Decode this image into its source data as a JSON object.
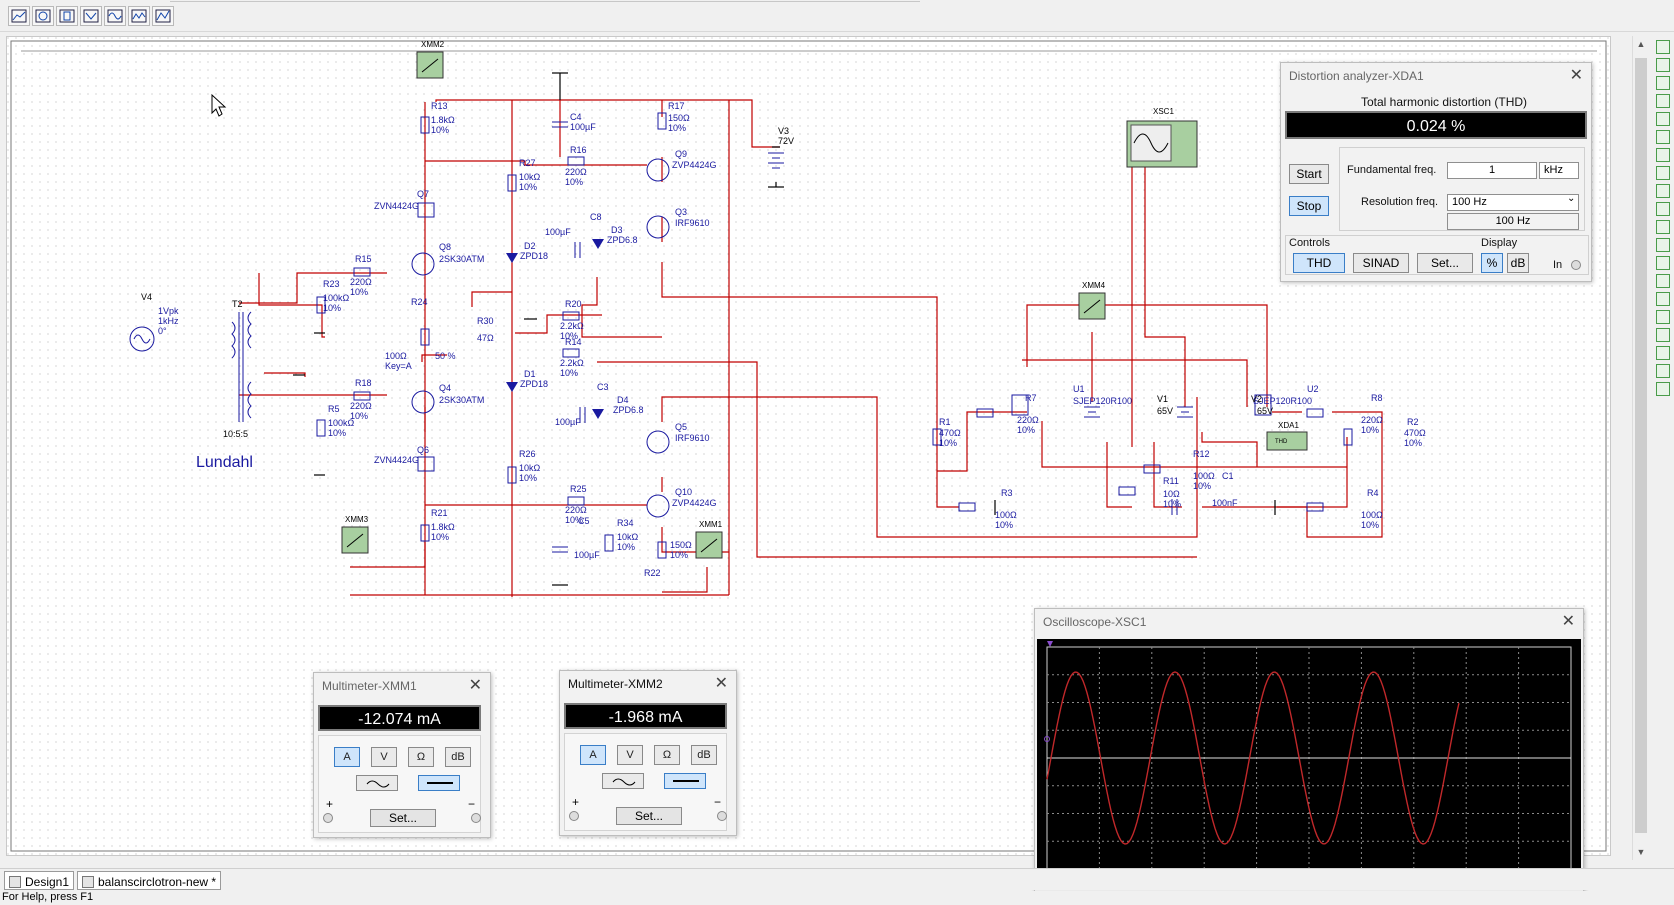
{
  "toolbar": {
    "icons": [
      "grapher-icon",
      "oscilloscope-icon",
      "probe-icon",
      "analysis-icon",
      "waveform-icon",
      "plot-icon",
      "chart-icon"
    ]
  },
  "schematic": {
    "xmm2_label": "XMM2",
    "xmm3_label": "XMM3",
    "xmm1_label": "XMM1",
    "xmm4_label": "XMM4",
    "xsc1_label": "XSC1",
    "xda1_label": "XDA1",
    "lundahl_text": "Lundahl",
    "v4": {
      "name": "V4",
      "amp": "1Vpk",
      "freq": "1kHz",
      "phase": "0°"
    },
    "t2": {
      "name": "T2",
      "ratio": "10:5:5"
    },
    "v3": {
      "name": "V3",
      "value": "72V"
    },
    "v1": {
      "name": "V1",
      "value": "65V"
    },
    "v2": {
      "name": "V2",
      "value": "65V"
    },
    "r13": {
      "name": "R13",
      "value": "1.8kΩ",
      "tol": "10%"
    },
    "r21": {
      "name": "R21",
      "value": "1.8kΩ",
      "tol": "10%"
    },
    "r23": {
      "name": "R23",
      "value": "100kΩ",
      "tol": "10%"
    },
    "r5": {
      "name": "R5",
      "value": "100kΩ",
      "tol": "10%"
    },
    "r15": {
      "name": "R15",
      "value": "220Ω",
      "tol": "10%"
    },
    "r18": {
      "name": "R18",
      "value": "220Ω",
      "tol": "10%"
    },
    "r24": {
      "name": "R24",
      "value": "100Ω",
      "key": "Key=A",
      "pct": "50 %"
    },
    "r30": {
      "name": "R30",
      "value": "47Ω"
    },
    "r27": {
      "name": "R27",
      "value": "10kΩ",
      "tol": "10%"
    },
    "r26": {
      "name": "R26",
      "value": "10kΩ",
      "tol": "10%"
    },
    "r16": {
      "name": "R16",
      "value": "220Ω",
      "tol": "10%"
    },
    "r25": {
      "name": "R25",
      "value": "220Ω",
      "tol": "10%"
    },
    "r20": {
      "name": "R20",
      "value": "2.2kΩ",
      "tol": "10%"
    },
    "r14": {
      "name": "R14",
      "value": "2.2kΩ",
      "tol": "10%"
    },
    "r17": {
      "name": "R17",
      "value": "150Ω",
      "tol": "10%"
    },
    "r22": {
      "name": "R22",
      "value": "150Ω",
      "tol": "10%"
    },
    "r34": {
      "name": "R34",
      "value": "10kΩ",
      "tol": "10%"
    },
    "c4": {
      "name": "C4",
      "value": "100µF"
    },
    "c8": {
      "name": "C8",
      "value": "100µF"
    },
    "c3": {
      "name": "C3",
      "value": "100µF"
    },
    "c5": {
      "name": "C5",
      "value": "100µF"
    },
    "c1": {
      "name": "C1",
      "value": "100nF"
    },
    "d2": {
      "name": "D2",
      "value": "ZPD18"
    },
    "d1": {
      "name": "D1",
      "value": "ZPD18"
    },
    "d3": {
      "name": "D3",
      "value": "ZPD6.8"
    },
    "d4": {
      "name": "D4",
      "value": "ZPD6.8"
    },
    "q7": {
      "name": "Q7",
      "value": "ZVN4424G"
    },
    "q6": {
      "name": "Q6",
      "value": "ZVN4424G"
    },
    "q8": {
      "name": "Q8",
      "value": "2SK30ATM"
    },
    "q4": {
      "name": "Q4",
      "value": "2SK30ATM"
    },
    "q9": {
      "name": "Q9",
      "value": "ZVP4424G"
    },
    "q10": {
      "name": "Q10",
      "value": "ZVP4424G"
    },
    "q3": {
      "name": "Q3",
      "value": "IRF9610"
    },
    "q5": {
      "name": "Q5",
      "value": "IRF9610"
    },
    "r1": {
      "name": "R1",
      "value": "470Ω",
      "tol": "10%"
    },
    "r2": {
      "name": "R2",
      "value": "470Ω",
      "tol": "10%"
    },
    "r3": {
      "name": "R3",
      "value": "100Ω",
      "tol": "10%"
    },
    "r4": {
      "name": "R4",
      "value": "100Ω",
      "tol": "10%"
    },
    "r7": {
      "name": "R7",
      "value": "220Ω",
      "tol": "10%"
    },
    "r8": {
      "name": "R8",
      "value": "220Ω",
      "tol": "10%"
    },
    "r11": {
      "name": "R11",
      "value": "10Ω",
      "tol": "10%"
    },
    "r12": {
      "name": "R12",
      "value": "100Ω",
      "tol": "10%"
    },
    "u1": {
      "name": "U1",
      "value": "SJEP120R100"
    },
    "u2": {
      "name": "U2",
      "value": "SJEP120R100"
    },
    "thd_block": "THD"
  },
  "distortion_analyzer": {
    "title": "Distortion analyzer-XDA1",
    "heading": "Total harmonic distortion (THD)",
    "reading": "0.024 %",
    "start": "Start",
    "stop": "Stop",
    "fund_label": "Fundamental freq.",
    "fund_value": "1",
    "fund_unit": "kHz",
    "res_label": "Resolution freq.",
    "res_value": "100 Hz",
    "res_sub": "100 Hz",
    "controls_label": "Controls",
    "thd_btn": "THD",
    "sinad_btn": "SINAD",
    "set_btn": "Set...",
    "display_label": "Display",
    "pct_btn": "%",
    "db_btn": "dB",
    "in_label": "In"
  },
  "multimeter1": {
    "title": "Multimeter-XMM1",
    "reading": "-12.074 mA",
    "btn_a": "A",
    "btn_v": "V",
    "btn_ohm": "Ω",
    "btn_db": "dB",
    "set": "Set...",
    "plus": "+",
    "minus": "−"
  },
  "multimeter2": {
    "title": "Multimeter-XMM2",
    "reading": "-1.968 mA",
    "btn_a": "A",
    "btn_v": "V",
    "btn_ohm": "Ω",
    "btn_db": "dB",
    "set": "Set...",
    "plus": "+",
    "minus": "−"
  },
  "oscilloscope": {
    "title": "Oscilloscope-XSC1",
    "trace_color": "#c0282a",
    "cycles": 4.15
  },
  "tabs": {
    "design": "Design1",
    "file": "balanscirclotron-new *"
  },
  "status": "For Help, press F1",
  "colors": {
    "wire": "#c00000",
    "component": "#1a1aa0",
    "ground": "#000000"
  }
}
